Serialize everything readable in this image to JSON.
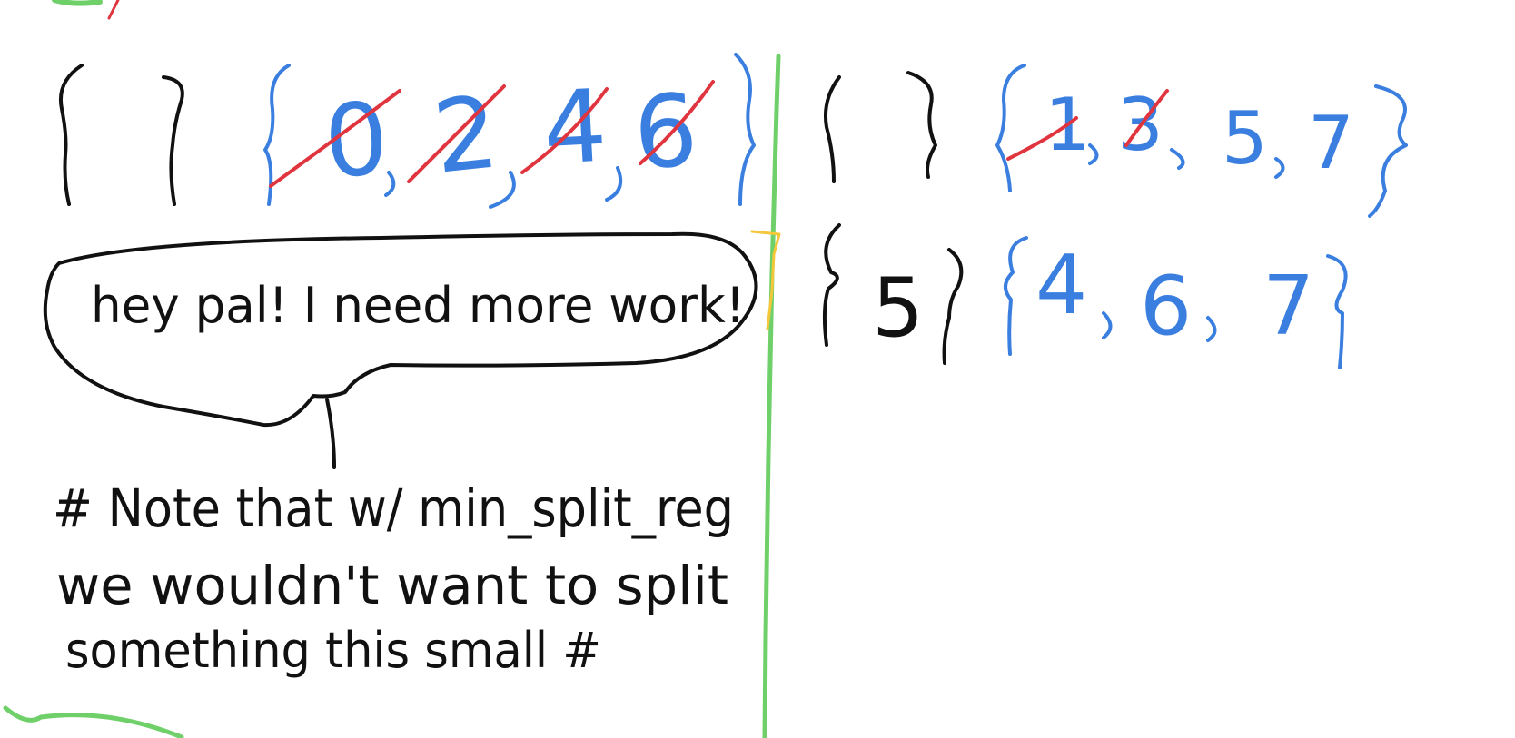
{
  "colors": {
    "black_ink": "#111111",
    "blue_ink": "#3a7fe0",
    "red_ink": "#e0353e",
    "green_ink": "#6fd06a",
    "yellow_ink": "#f3c73a"
  },
  "left_panel": {
    "set_a_elements": [
      "0",
      "2",
      "4",
      "6"
    ],
    "speech_bubble": "hey pal! I need more work!",
    "note_lines": [
      "# Note that w/ min_split_reg",
      "we wouldn't want to split",
      "something this small #"
    ]
  },
  "right_panel": {
    "set_b_elements": [
      "1",
      "3",
      "5",
      "7"
    ],
    "row2_left_element": "5",
    "row2_right_elements": [
      "4",
      "6",
      "7"
    ]
  }
}
